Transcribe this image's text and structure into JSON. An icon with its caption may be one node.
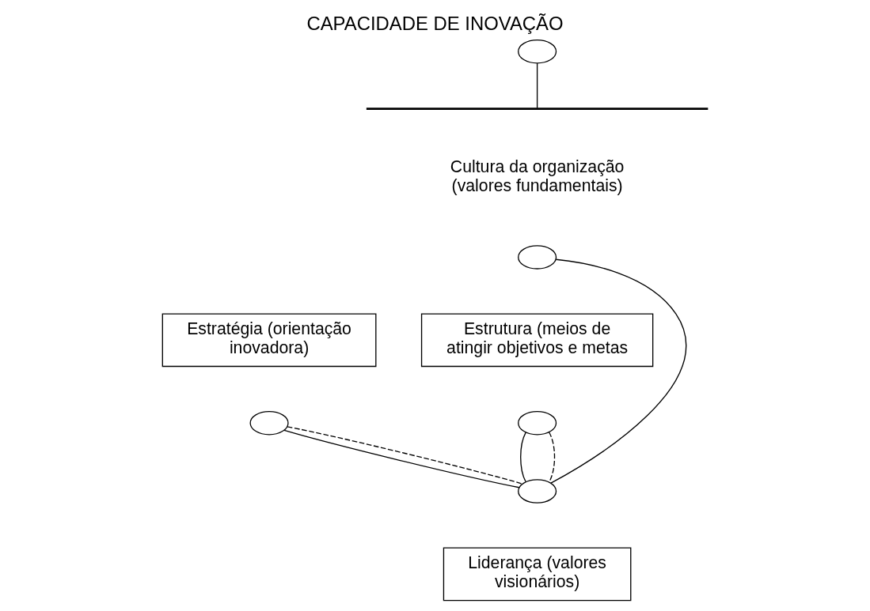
{
  "diagram": {
    "title": "CAPACIDADE DE INOVAÇÃO",
    "nodes": [
      {
        "text": [],
        "shape": "ellipse"
      },
      {
        "text": [],
        "shape": "bar"
      },
      {
        "text": [],
        "shape": "ellipse"
      },
      {
        "text": [
          "Estratégia (orientação inovadora)"
        ]
      },
      {
        "text": [],
        "shape": "ellipse"
      },
      {
        "text": [
          "Estrutura (meios de atingir objetivos e metas"
        ]
      },
      {
        "text": [],
        "shape": "ellipse"
      },
      {
        "text": [],
        "shape": "ellipse"
      },
      {
        "text": [
          "Liderança (valores visionários)"
        ]
      }
    ],
    "edges": [
      {
        "from": 0,
        "to": 1,
        "arrow": "none"
      },
      {
        "from": 2,
        "to": 7,
        "arrow": "none"
      },
      {
        "from": 4,
        "to": 7,
        "arrow": "none"
      },
      {
        "from": 4,
        "to": 7,
        "arrow": "none",
        "style": "dashed"
      },
      {
        "from": 6,
        "to": 7,
        "arrow": "none"
      },
      {
        "from": 6,
        "to": 7,
        "arrow": "none",
        "style": "dashed"
      }
    ],
    "labels": [
      "Cultura da organização (valores fundamentais)"
    ]
  }
}
